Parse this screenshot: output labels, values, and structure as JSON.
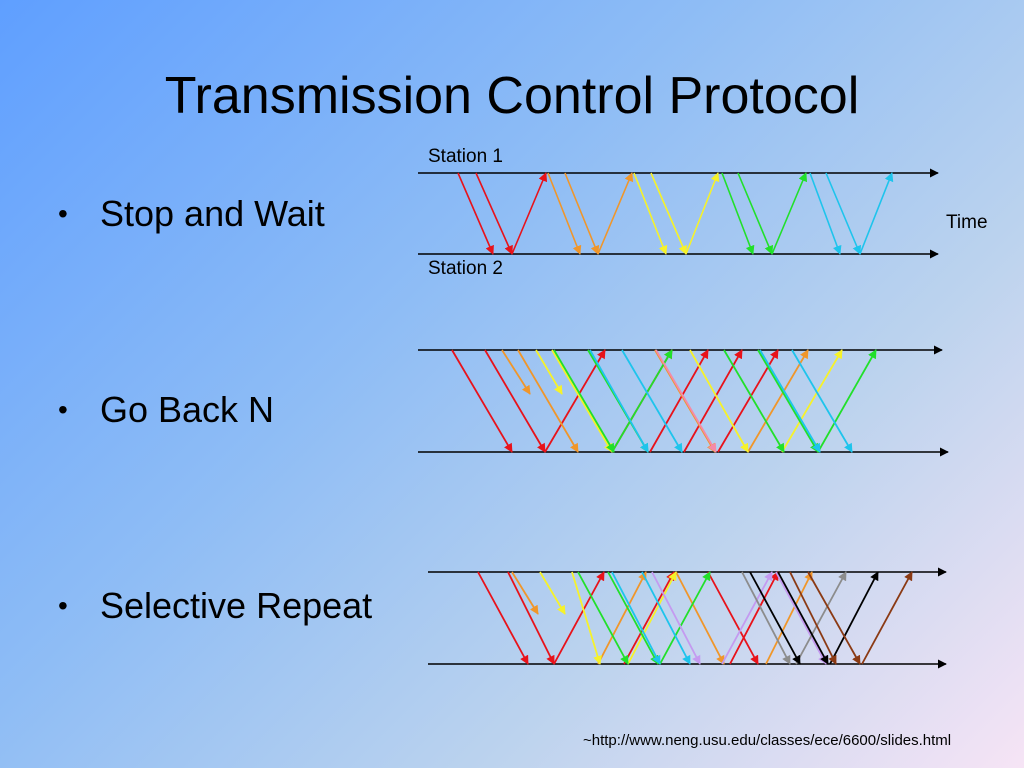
{
  "slide": {
    "title": "Transmission Control Protocol",
    "footnote": "~http://www.neng.usu.edu/classes/ece/6600/slides.html"
  },
  "bullets": [
    "Stop and Wait",
    "Go Back N",
    "Selective Repeat"
  ],
  "diagram_labels": {
    "station1": "Station 1",
    "station2": "Station 2",
    "time": "Time"
  },
  "colors": {
    "red": "#e8121a",
    "orange": "#f0962a",
    "yellow": "#f6f22a",
    "green": "#21e02a",
    "cyan": "#1ec4ec",
    "pink": "#f48aa8",
    "purple": "#c49af0",
    "gray": "#8c8c8c",
    "black": "#000000",
    "brown": "#8b3a14",
    "axis": "#000000"
  }
}
